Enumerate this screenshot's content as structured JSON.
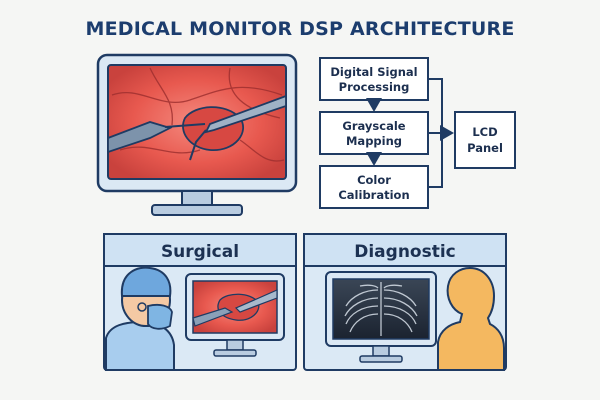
{
  "title": "MEDICAL MONITOR DSP ARCHITECTURE",
  "pipeline": {
    "dsp_line1": "Digital Signal",
    "dsp_line2": "Processing",
    "grayscale_line1": "Grayscale",
    "grayscale_line2": "Mapping",
    "color_line1": "Color",
    "color_line2": "Calibration",
    "lcd_line1": "LCD",
    "lcd_line2": "Panel"
  },
  "panels": {
    "surgical_label": "Surgical",
    "diagnostic_label": "Diagnostic"
  },
  "colors": {
    "outline": "#1f3b63",
    "box_fill": "#ffffff",
    "panel_fill": "#dbe9f5",
    "panel_header": "#cfe2f3",
    "tissue": "#e8534f",
    "skin": "#f4b860"
  },
  "icons": [
    "monitor-icon",
    "surgeon-icon",
    "patient-silhouette-icon",
    "xray-icon",
    "surgical-tool-icon"
  ]
}
